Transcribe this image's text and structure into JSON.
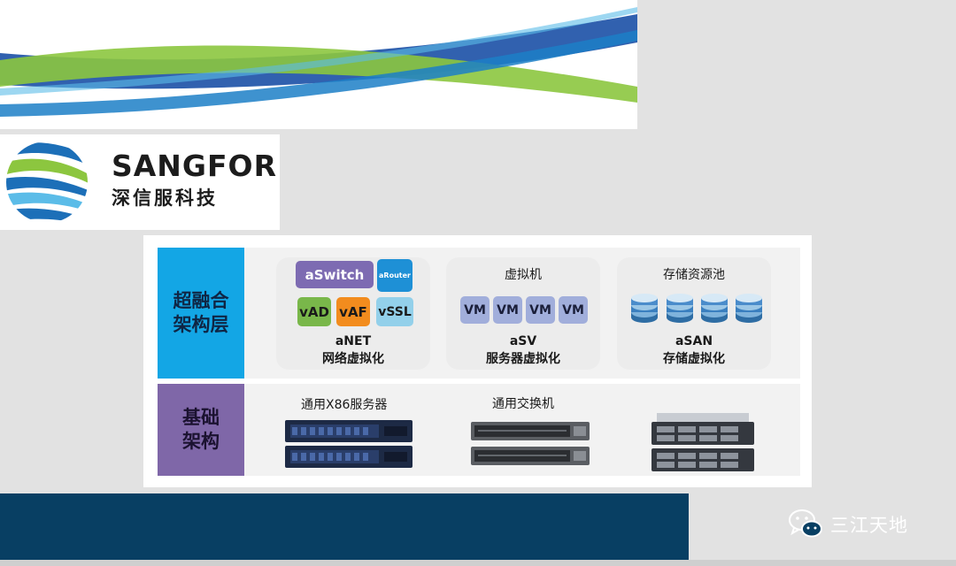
{
  "logo": {
    "name": "SANGFOR",
    "subtitle": "深信服科技"
  },
  "diagram": {
    "upper_layer_label": [
      "超融合",
      "架构层"
    ],
    "lower_layer_label": [
      "基础",
      "架构"
    ],
    "anet": {
      "tiles": {
        "switch": "aSwitch",
        "router": "aRouter",
        "vad": "vAD",
        "vaf": "vAF",
        "vssl": "vSSL"
      },
      "title": "aNET",
      "subtitle": "网络虚拟化"
    },
    "asv": {
      "caption": "虚拟机",
      "vm_labels": [
        "VM",
        "VM",
        "VM",
        "VM"
      ],
      "title": "aSV",
      "subtitle": "服务器虚拟化"
    },
    "asan": {
      "caption": "存储资源池",
      "title": "aSAN",
      "subtitle": "存储虚拟化"
    },
    "hardware": {
      "server_caption": "通用X86服务器",
      "switch_caption": "通用交换机"
    }
  },
  "watermark": {
    "text": "三江天地",
    "icon": "wechat-icon"
  },
  "colors": {
    "upper_layer": "#13a6e5",
    "lower_layer": "#7f67a8",
    "aswitch": "#7d6bb2",
    "arouter": "#1e90d6",
    "vad": "#79b74a",
    "vaf": "#f28c1e",
    "vssl": "#93d0ea",
    "footer": "#083f63"
  }
}
